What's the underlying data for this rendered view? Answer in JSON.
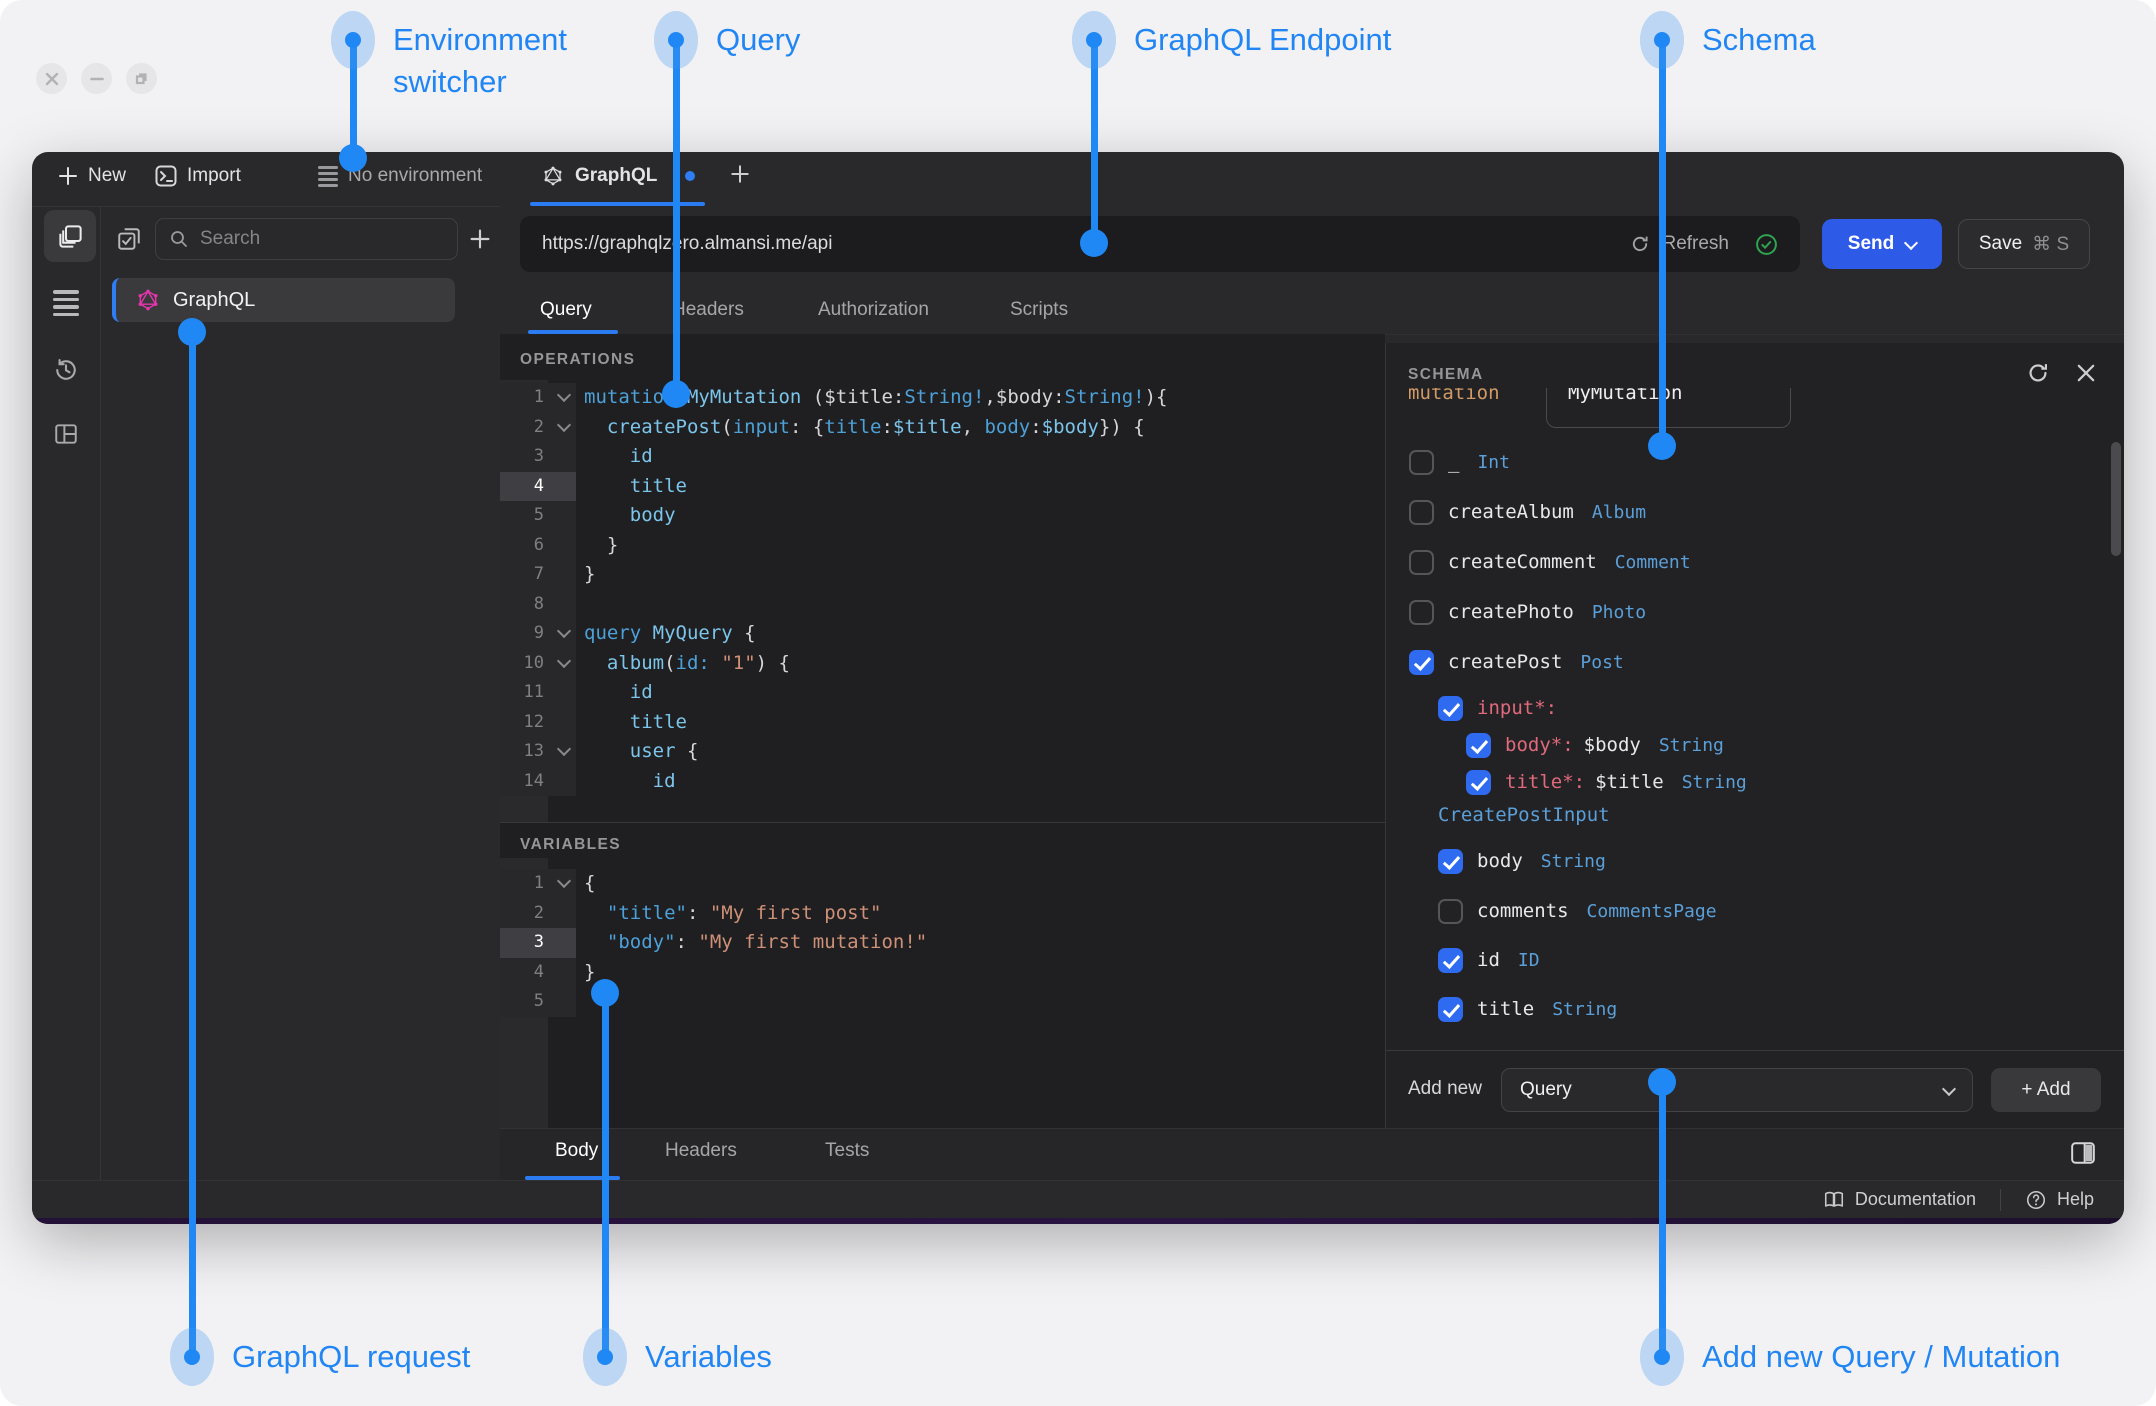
{
  "colors": {
    "page_bg": "#f2f2f4",
    "window_bg": "#29292b",
    "editor_bg": "#1f1f21",
    "schema_bg": "#222224",
    "accent_blue": "#2b7cf2",
    "annotation_blue": "#2088f4",
    "send_button": "#2d5be8",
    "checkbox_blue": "#2e6bf0",
    "success_green": "#2fa452",
    "graphql_pink": "#e535ab",
    "code_keyword": "#4da1d9",
    "code_name": "#7cc5ea",
    "code_string": "#ce9178",
    "code_punct": "#d6d6d8",
    "schema_required": "#e0697c",
    "schema_type": "#5b9fd8",
    "schema_keyword": "#d19a66"
  },
  "window_controls": {
    "icons": [
      "close-icon",
      "minimize-icon",
      "maximize-icon"
    ]
  },
  "topbar": {
    "new_label": "New",
    "import_label": "Import",
    "environment_label": "No environment",
    "tab": {
      "label": "GraphQL",
      "unsaved": true
    }
  },
  "sidebar": {
    "search_placeholder": "Search",
    "items": [
      {
        "label": "GraphQL",
        "selected": true
      }
    ]
  },
  "request": {
    "url": "https://graphqlzero.almansi.me/api",
    "refresh_label": "Refresh",
    "send_label": "Send",
    "save_label": "Save",
    "save_shortcut": "⌘ S",
    "tabs": [
      {
        "label": "Query",
        "active": true
      },
      {
        "label": "Headers",
        "active": false
      },
      {
        "label": "Authorization",
        "active": false
      },
      {
        "label": "Scripts",
        "active": false
      }
    ]
  },
  "editor": {
    "operations": {
      "title": "OPERATIONS",
      "lines": [
        {
          "n": 1,
          "fold": true,
          "tokens": [
            [
              "k",
              "mutation"
            ],
            [
              "p",
              " "
            ],
            [
              "n",
              "MyMutation"
            ],
            [
              "p",
              " ("
            ],
            [
              "p",
              "$title"
            ],
            [
              "p",
              ":"
            ],
            [
              "k",
              "String!"
            ],
            [
              "p",
              ","
            ],
            [
              "p",
              "$body"
            ],
            [
              "p",
              ":"
            ],
            [
              "k",
              "String!"
            ],
            [
              "p",
              "){"
            ]
          ]
        },
        {
          "n": 2,
          "fold": true,
          "tokens": [
            [
              "p",
              "  "
            ],
            [
              "n",
              "createPost"
            ],
            [
              "p",
              "("
            ],
            [
              "k",
              "input"
            ],
            [
              "p",
              ": {"
            ],
            [
              "k",
              "title"
            ],
            [
              "p",
              ":"
            ],
            [
              "n",
              "$title"
            ],
            [
              "p",
              ", "
            ],
            [
              "k",
              "body"
            ],
            [
              "p",
              ":"
            ],
            [
              "n",
              "$body"
            ],
            [
              "p",
              "}) {"
            ]
          ]
        },
        {
          "n": 3,
          "tokens": [
            [
              "p",
              "    "
            ],
            [
              "n",
              "id"
            ]
          ]
        },
        {
          "n": 4,
          "hl": true,
          "tokens": [
            [
              "p",
              "    "
            ],
            [
              "n",
              "title"
            ]
          ]
        },
        {
          "n": 5,
          "tokens": [
            [
              "p",
              "    "
            ],
            [
              "n",
              "body"
            ]
          ]
        },
        {
          "n": 6,
          "tokens": [
            [
              "p",
              "  }"
            ]
          ]
        },
        {
          "n": 7,
          "tokens": [
            [
              "p",
              "}"
            ]
          ]
        },
        {
          "n": 8,
          "tokens": []
        },
        {
          "n": 9,
          "fold": true,
          "tokens": [
            [
              "k",
              "query"
            ],
            [
              "p",
              " "
            ],
            [
              "n",
              "MyQuery"
            ],
            [
              "p",
              " {"
            ]
          ]
        },
        {
          "n": 10,
          "fold": true,
          "tokens": [
            [
              "p",
              "  "
            ],
            [
              "n",
              "album"
            ],
            [
              "p",
              "("
            ],
            [
              "k",
              "id:"
            ],
            [
              "p",
              " "
            ],
            [
              "s",
              "\"1\""
            ],
            [
              "p",
              ") {"
            ]
          ]
        },
        {
          "n": 11,
          "tokens": [
            [
              "p",
              "    "
            ],
            [
              "n",
              "id"
            ]
          ]
        },
        {
          "n": 12,
          "tokens": [
            [
              "p",
              "    "
            ],
            [
              "n",
              "title"
            ]
          ]
        },
        {
          "n": 13,
          "fold": true,
          "tokens": [
            [
              "p",
              "    "
            ],
            [
              "n",
              "user"
            ],
            [
              "p",
              " {"
            ]
          ]
        },
        {
          "n": 14,
          "tokens": [
            [
              "p",
              "      "
            ],
            [
              "n",
              "id"
            ]
          ]
        }
      ]
    },
    "variables": {
      "title": "VARIABLES",
      "lines": [
        {
          "n": 1,
          "fold": true,
          "tokens": [
            [
              "p",
              "{"
            ]
          ]
        },
        {
          "n": 2,
          "tokens": [
            [
              "p",
              "  "
            ],
            [
              "k",
              "\"title\""
            ],
            [
              "p",
              ": "
            ],
            [
              "s",
              "\"My first post\""
            ]
          ]
        },
        {
          "n": 3,
          "hl": true,
          "tokens": [
            [
              "p",
              "  "
            ],
            [
              "k",
              "\"body\""
            ],
            [
              "p",
              ": "
            ],
            [
              "s",
              "\"My first mutation!\""
            ]
          ]
        },
        {
          "n": 4,
          "tokens": [
            [
              "p",
              "}"
            ]
          ]
        },
        {
          "n": 5,
          "tokens": []
        }
      ]
    }
  },
  "schema": {
    "title": "SCHEMA",
    "operation_type": "mutation",
    "operation_name": "MyMutation",
    "rows": [
      {
        "indent": 0,
        "checked": false,
        "name": "_",
        "type": "Int"
      },
      {
        "indent": 0,
        "checked": false,
        "name": "createAlbum",
        "type": "Album"
      },
      {
        "indent": 0,
        "checked": false,
        "name": "createComment",
        "type": "Comment"
      },
      {
        "indent": 0,
        "checked": false,
        "name": "createPhoto",
        "type": "Photo"
      },
      {
        "indent": 0,
        "checked": true,
        "name": "createPost",
        "type": "Post"
      },
      {
        "indent": 1,
        "checked": true,
        "name": "input*:",
        "required": true
      },
      {
        "indent": 2,
        "checked": true,
        "name": "body*:",
        "required": true,
        "value": "$body",
        "type": "String"
      },
      {
        "indent": 2,
        "checked": true,
        "name": "title*:",
        "required": true,
        "value": "$title",
        "type": "String"
      },
      {
        "indent": 1,
        "type_label": "CreatePostInput"
      },
      {
        "indent": 1,
        "checked": true,
        "name": "body",
        "type": "String"
      },
      {
        "indent": 1,
        "checked": false,
        "name": "comments",
        "type": "CommentsPage"
      },
      {
        "indent": 1,
        "checked": true,
        "name": "id",
        "type": "ID"
      },
      {
        "indent": 1,
        "checked": true,
        "name": "title",
        "type": "String"
      }
    ],
    "add_new_label": "Add new",
    "add_new_value": "Query",
    "add_button_label": "+ Add"
  },
  "bottom_tabs": [
    {
      "label": "Body",
      "active": true
    },
    {
      "label": "Headers",
      "active": false
    },
    {
      "label": "Tests",
      "active": false
    }
  ],
  "statusbar": {
    "documentation_label": "Documentation",
    "help_label": "Help"
  },
  "annotations": [
    {
      "id": "environment-switcher",
      "lines": [
        "Environment",
        "switcher"
      ]
    },
    {
      "id": "query",
      "lines": [
        "Query"
      ]
    },
    {
      "id": "graphql-endpoint",
      "lines": [
        "GraphQL Endpoint"
      ]
    },
    {
      "id": "schema",
      "lines": [
        "Schema"
      ]
    },
    {
      "id": "graphql-request",
      "lines": [
        "GraphQL request"
      ]
    },
    {
      "id": "variables",
      "lines": [
        "Variables"
      ]
    },
    {
      "id": "add-new-query-mutation",
      "lines": [
        "Add new Query / Mutation"
      ]
    }
  ]
}
